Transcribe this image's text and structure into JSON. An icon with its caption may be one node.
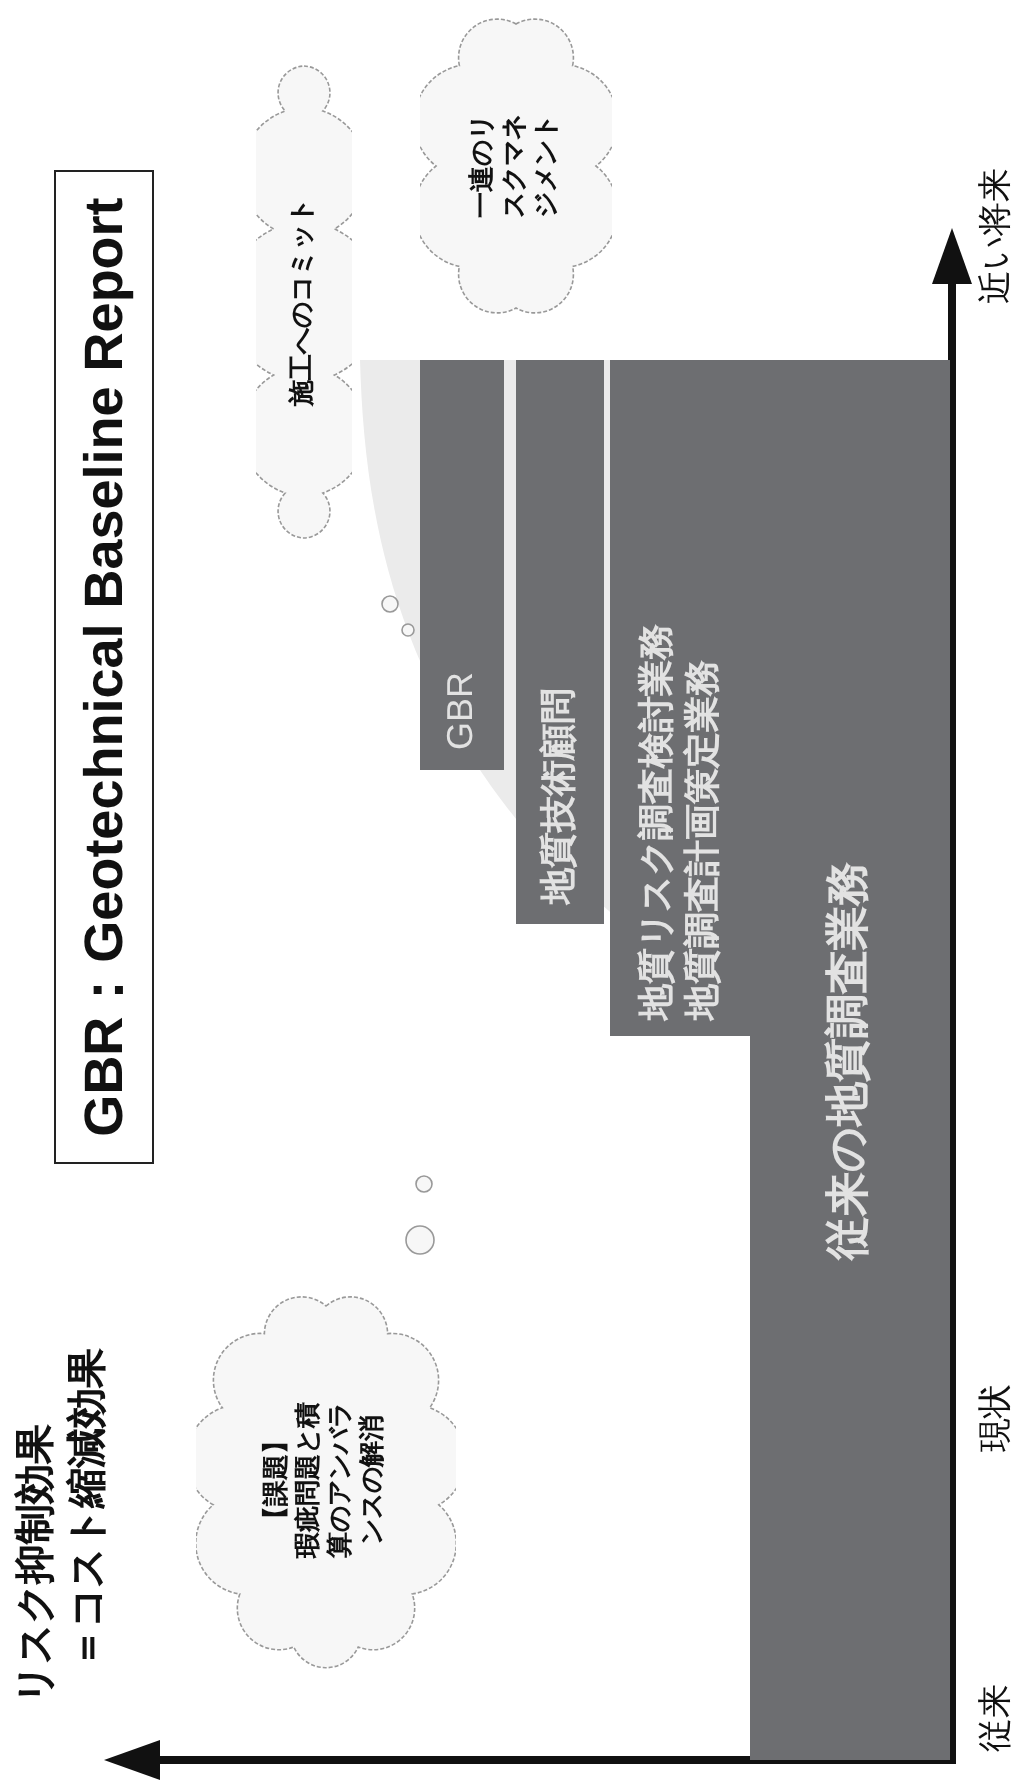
{
  "diagram": {
    "title": "GBR：Geotechnical Baseline Report",
    "nodes": [
      {
        "text": [
          "【課題】",
          "瑕疵問題と積算のアンバランスの解消"
        ]
      },
      {
        "text": [
          "施工へのコミット"
        ]
      },
      {
        "text": [
          "一連のリスクマネジメント"
        ]
      },
      {
        "text": [
          "従来の地質調査業務"
        ]
      },
      {
        "text": [
          "地質リスク調査検討業務",
          "地質調査計画策定業務"
        ]
      },
      {
        "text": [
          "地質技術顧問"
        ]
      },
      {
        "text": [
          "GBR"
        ]
      }
    ],
    "edges": [],
    "labels": [
      "リスク抑制効果",
      "＝コスト縮減効果",
      "従来",
      "現状",
      "近い将来"
    ]
  }
}
